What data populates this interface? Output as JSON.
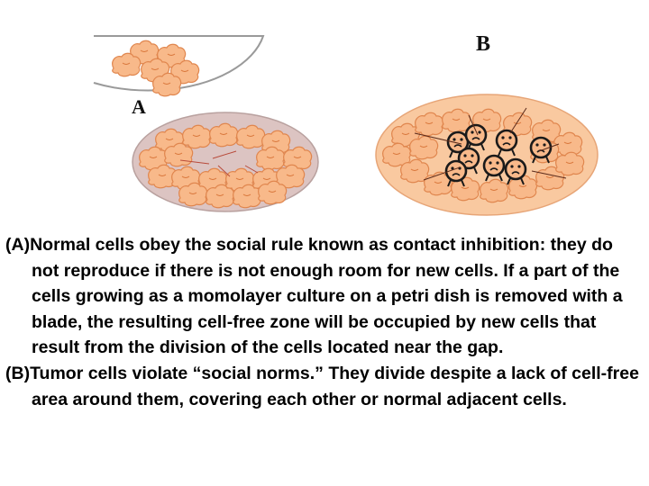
{
  "figure": {
    "label_a": "A",
    "label_b": "B",
    "cell_color": "#f8b98a",
    "cell_outline": "#e0864e",
    "dish_normal_fill": "#dcc4c2",
    "dish_tumor_fill": "#f9c9a0",
    "tumor_cell_stroke": "#1a1a1a"
  },
  "caption": {
    "para_a": "(A)Normal cells obey the social rule known as contact inhibition: they do not reproduce if there is not enough room for new cells. If a part of the cells growing as a momolayer culture on a petri dish is removed with a blade, the resulting cell-free zone will be occupied by new cells that result from the division of the cells located near the gap.",
    "para_b": "(B)Tumor cells violate “social norms.” They divide despite a lack of cell-free area around them, covering each other or normal adjacent cells."
  }
}
